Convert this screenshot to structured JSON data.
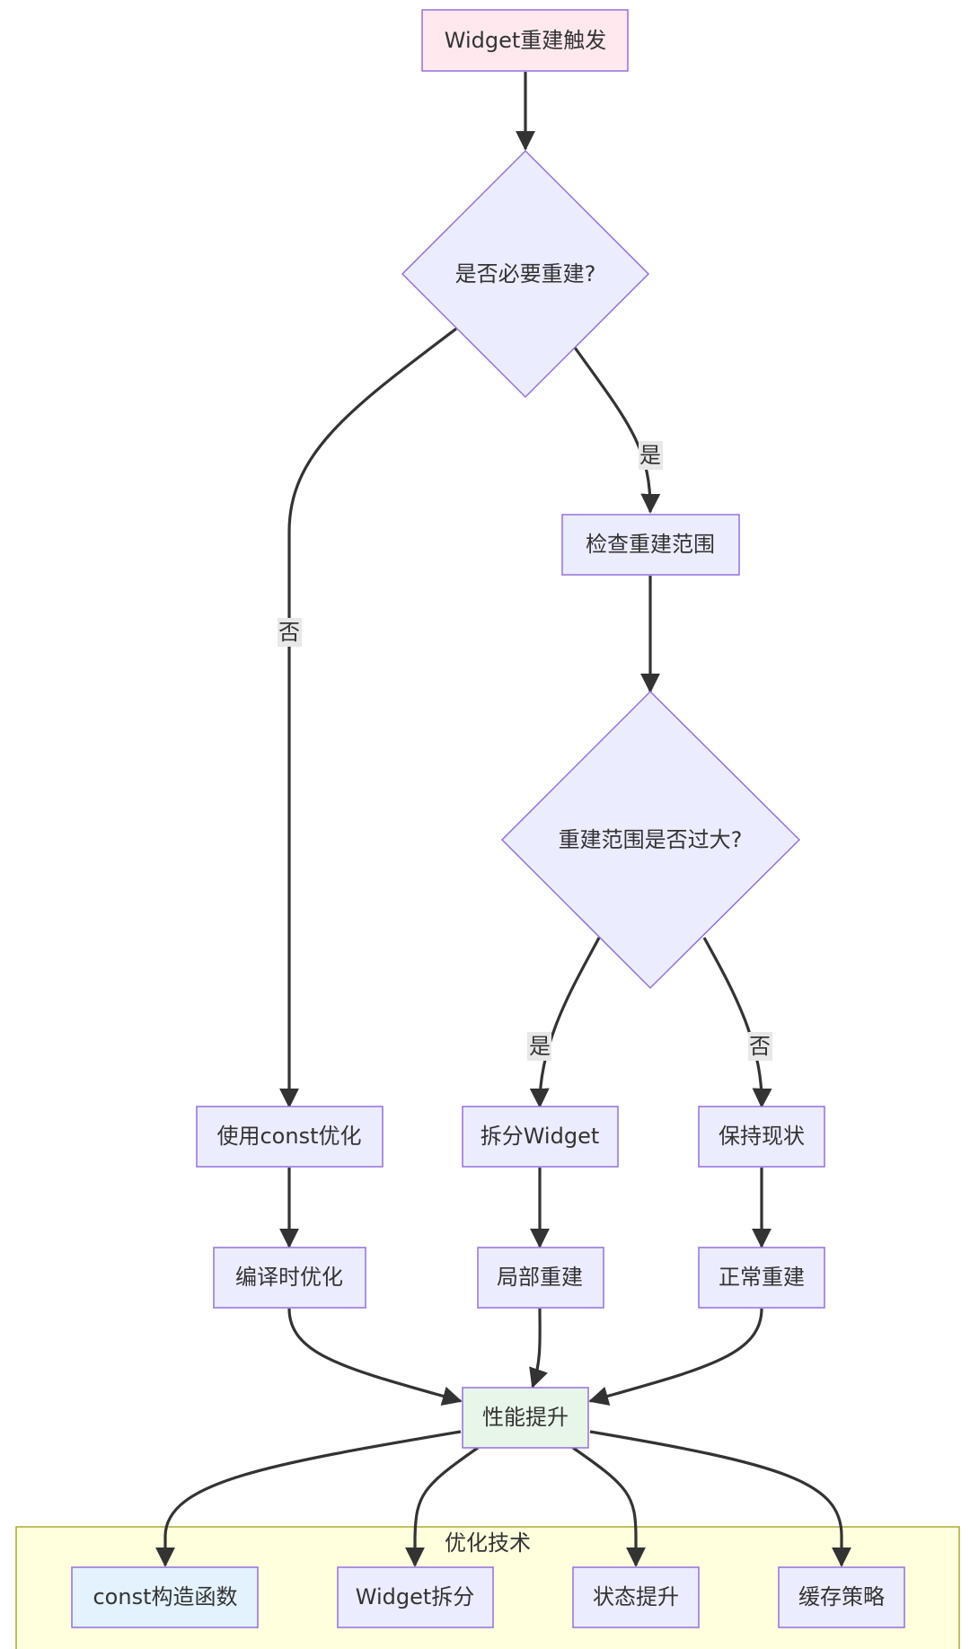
{
  "nodes": {
    "start": "Widget重建触发",
    "decision1": "是否必要重建?",
    "check_scope": "检查重建范围",
    "decision2": "重建范围是否过大?",
    "use_const": "使用const优化",
    "split_widget": "拆分Widget",
    "keep_status": "保持现状",
    "compile_opt": "编译时优化",
    "partial_rebuild": "局部重建",
    "normal_rebuild": "正常重建",
    "perf_boost": "性能提升"
  },
  "edge_labels": {
    "d1_yes": "是",
    "d1_no": "否",
    "d2_yes": "是",
    "d2_no": "否"
  },
  "subgraph": {
    "title": "优化技术",
    "items": {
      "const_ctor": "const构造函数",
      "widget_split": "Widget拆分",
      "state_lift": "状态提升",
      "cache_strategy": "缓存策略"
    }
  },
  "colors": {
    "node_fill": "#ececff",
    "node_stroke": "#9370db",
    "start_fill": "#ffe8ee",
    "start_stroke": "#9370db",
    "perf_fill": "#e8f5e9",
    "const_fill": "#e3f2fd",
    "subgraph_fill": "#ffffde",
    "subgraph_stroke": "#aaaa33",
    "edge": "#333333",
    "edge_label_bg": "#e8e8e8"
  }
}
